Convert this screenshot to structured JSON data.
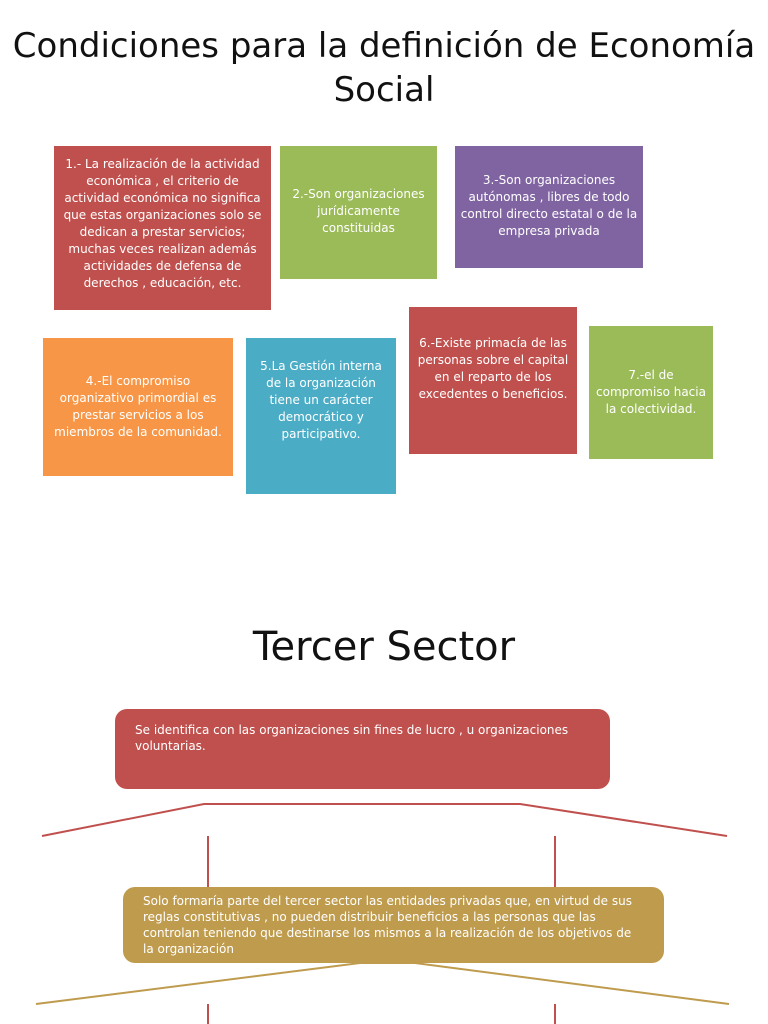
{
  "titles": {
    "main": "Condiciones para la definición de Economía Social",
    "second": "Tercer Sector"
  },
  "conditions": [
    {
      "text": "1.- La realización de la actividad económica , el criterio de actividad económica no significa que estas organizaciones solo se dedican a prestar servicios; muchas veces realizan además actividades de defensa de derechos , educación, etc.",
      "color": "#c0504d"
    },
    {
      "text": "2.-Son organizaciones jurídicamente constituidas",
      "color": "#9bbb59"
    },
    {
      "text": "3.-Son organizaciones autónomas , libres de todo control directo estatal o de la empresa privada",
      "color": "#8064a2"
    },
    {
      "text": "4.-El compromiso organizativo primordial  es prestar servicios a los miembros de la comunidad.",
      "color": "#f79646"
    },
    {
      "text": "5.La Gestión  interna de la organización tiene un carácter democrático y participativo.",
      "color": "#4bacc6"
    },
    {
      "text": "6.-Existe primacía de las personas sobre el capital en el reparto de los excedentes o beneficios.",
      "color": "#c0504d"
    },
    {
      "text": "7.-el de compromiso hacia la colectividad.",
      "color": "#9bbb59"
    }
  ],
  "tercer_sector": {
    "box1": {
      "text": "Se identifica con las organizaciones sin fines de lucro , u organizaciones voluntarias.",
      "color": "#c0504d"
    },
    "box2": {
      "text": "Solo formaría parte del tercer sector las entidades privadas que, en virtud de sus reglas constitutivas , no pueden  distribuir beneficios a las personas que las controlan teniendo que destinarse los mismos a la realización de los objetivos  de la organización",
      "color": "#bf9b4e"
    }
  }
}
